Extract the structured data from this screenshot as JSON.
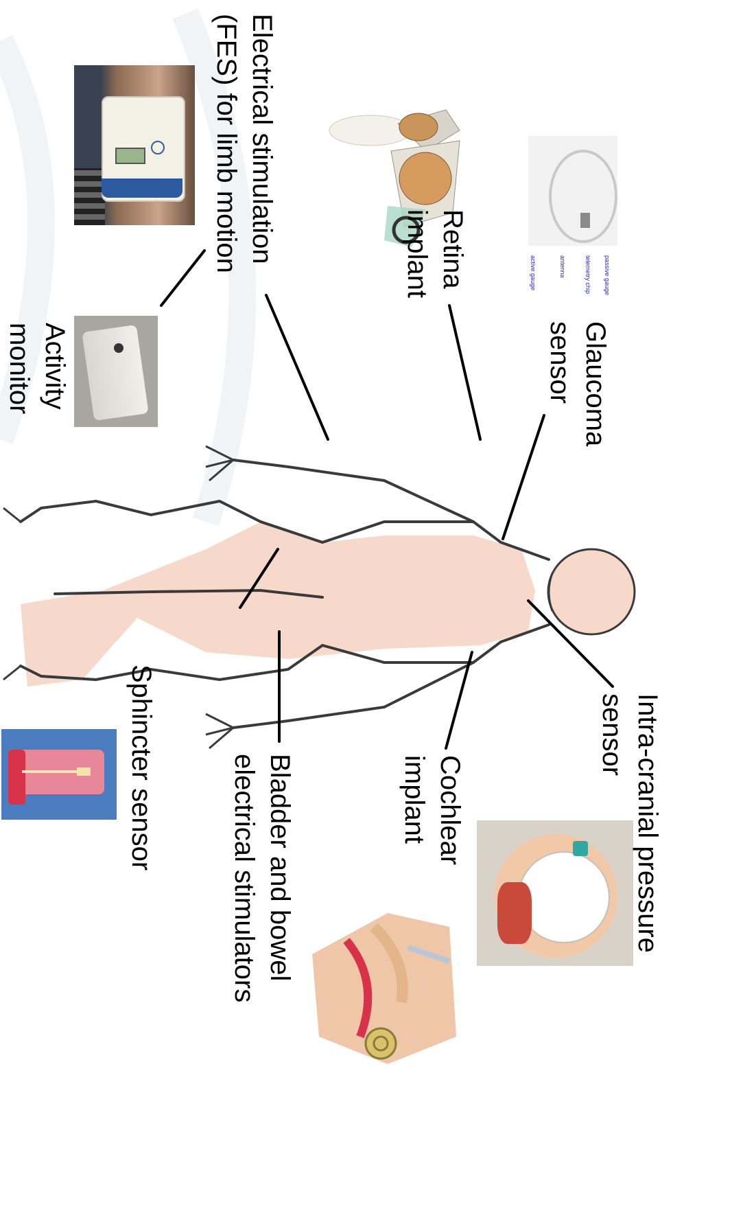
{
  "labels": {
    "fes": "Electrical stimulation\n(FES) for limb motion",
    "retina": "Retina\nimplant",
    "glaucoma": "Glaucoma\nsensor",
    "activity": "Activity\nmonitor",
    "icp": "Intra-cranial pressure\nsensor",
    "cochlear": "Cochlear\nimplant",
    "bladder": "Bladder and bowel\nelectrical stimulators",
    "sphincter": "Sphincter sensor"
  },
  "glaucoma_photo_callouts": [
    "passive gauge",
    "telemetry chip",
    "antenna",
    "active gauge"
  ],
  "icons": [
    "fes-device-photo",
    "activity-monitor-photo",
    "retina-implant-illustration",
    "glaucoma-sensor-photo",
    "human-body-outline",
    "head-model-photo",
    "cochlea-illustration",
    "sphincter-sensor-image"
  ],
  "colors": {
    "skin": "#f7d9cb",
    "outline": "#3a3a3a",
    "sphincter_bg": "#4b7cc0",
    "tissue_red": "#d8324a"
  }
}
